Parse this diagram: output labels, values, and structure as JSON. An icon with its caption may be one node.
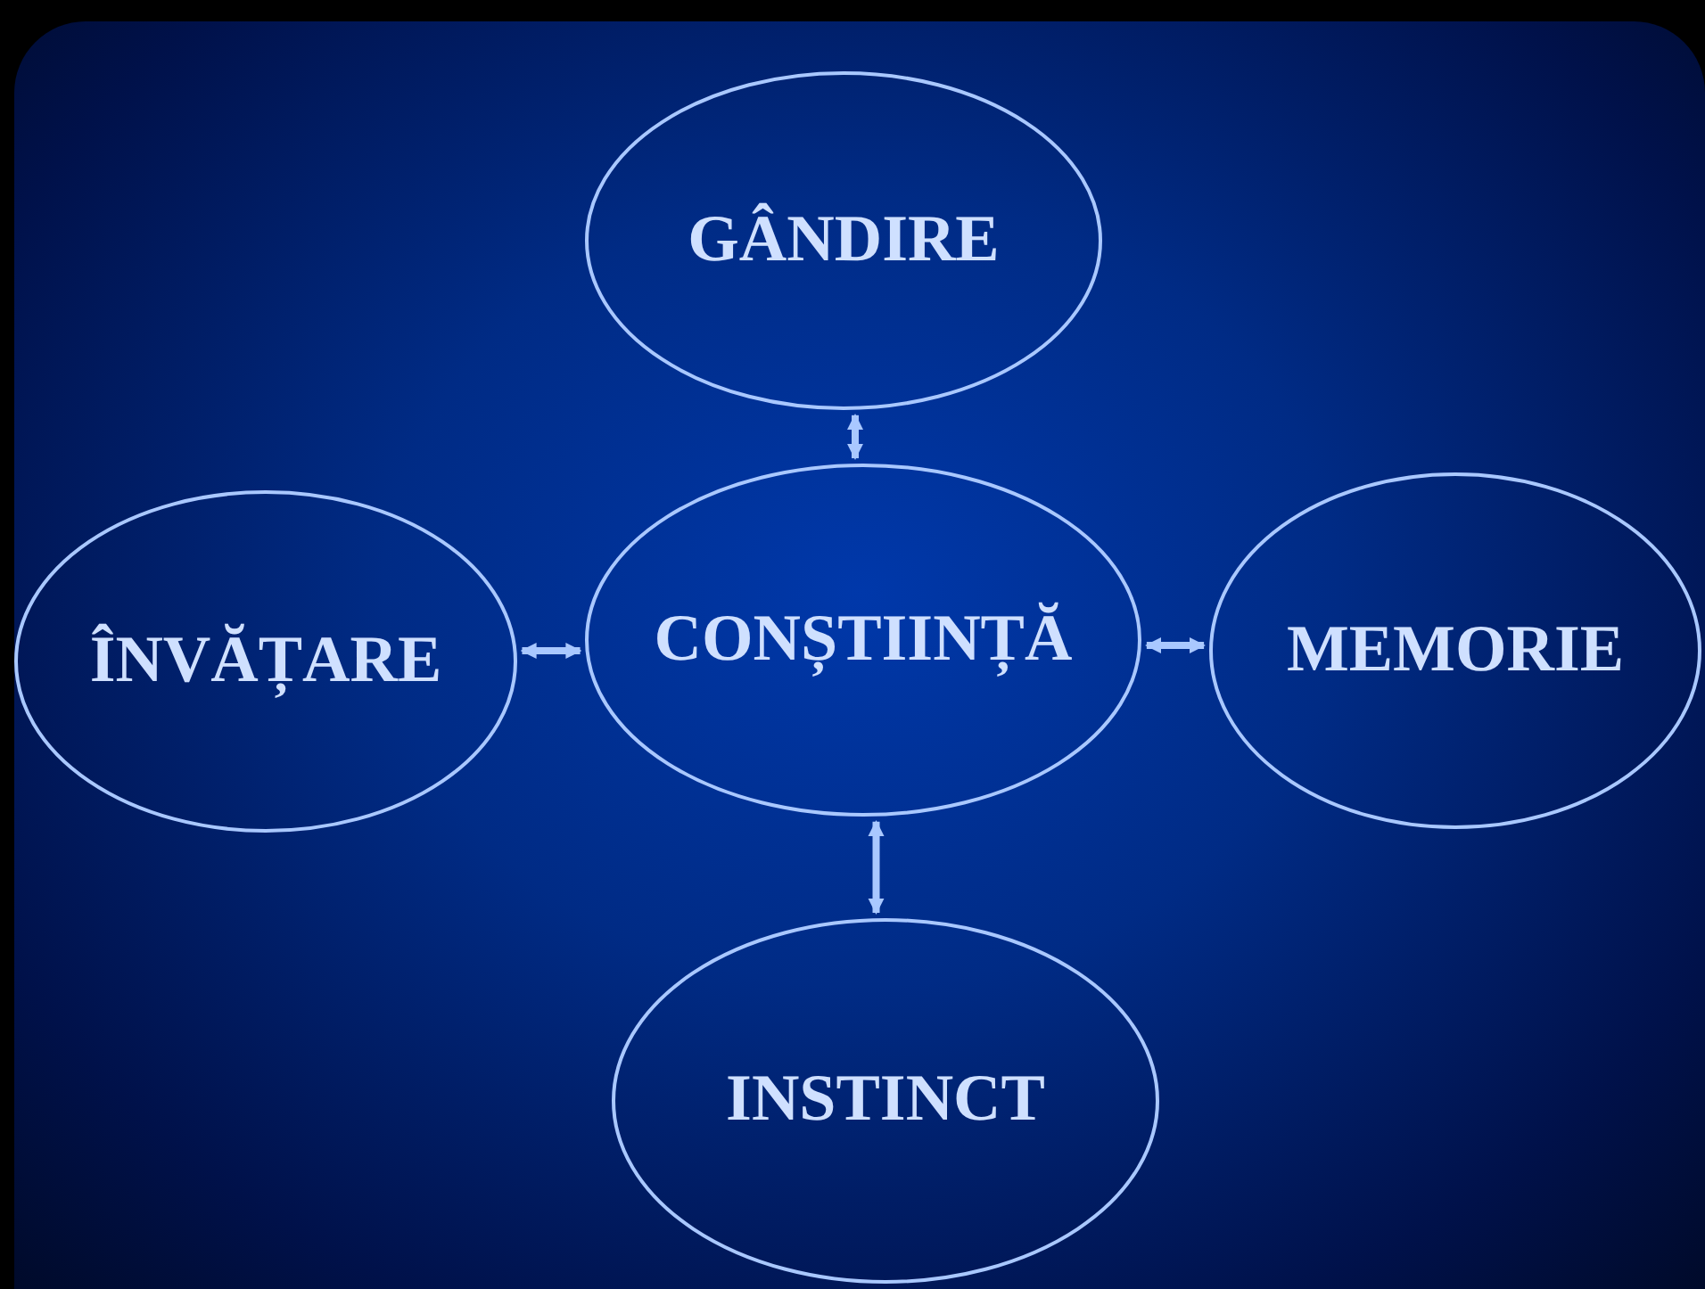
{
  "diagram": {
    "nodes": [
      {
        "text": [
          "GÂNDIRE"
        ]
      },
      {
        "text": [
          "ÎNVĂȚARE"
        ]
      },
      {
        "text": [
          "CONȘTIINȚĂ"
        ]
      },
      {
        "text": [
          "MEMORIE"
        ]
      },
      {
        "text": [
          "INSTINCT"
        ]
      }
    ],
    "edges": [
      {
        "from": 2,
        "to": 0,
        "arrow": "both"
      },
      {
        "from": 2,
        "to": 1,
        "arrow": "both"
      },
      {
        "from": 2,
        "to": 3,
        "arrow": "both"
      },
      {
        "from": 2,
        "to": 4,
        "arrow": "both"
      }
    ]
  }
}
